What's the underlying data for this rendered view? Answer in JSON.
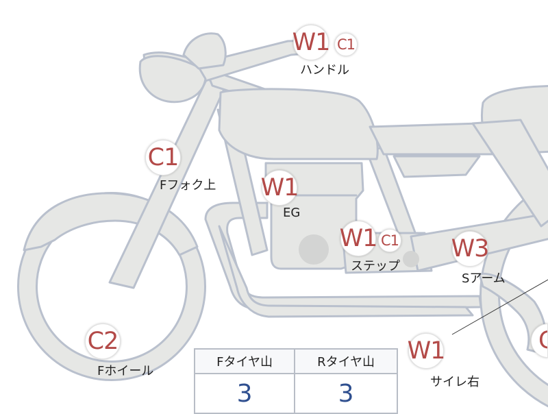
{
  "markers": [
    {
      "id": "handle",
      "code": "W1",
      "sub": "C1",
      "label": "ハンドル"
    },
    {
      "id": "ffork",
      "code": "C1",
      "sub": "",
      "label": "Fフォク上"
    },
    {
      "id": "eg",
      "code": "W1",
      "sub": "",
      "label": "EG"
    },
    {
      "id": "step",
      "code": "W1",
      "sub": "C1",
      "label": "ステップ"
    },
    {
      "id": "sarm",
      "code": "W3",
      "sub": "",
      "label": "Sアーム"
    },
    {
      "id": "fwheel",
      "code": "C2",
      "sub": "",
      "label": "Fホイール"
    },
    {
      "id": "sirei",
      "code": "W1",
      "sub": "",
      "label": "サイレ右"
    },
    {
      "id": "rwheel",
      "code": "C",
      "sub": "",
      "label": ""
    }
  ],
  "tire_table": {
    "headers": [
      "Fタイヤ山",
      "Rタイヤ山"
    ],
    "values": [
      "3",
      "3"
    ]
  },
  "colors": {
    "body_fill": "#e6e7e5",
    "outline": "#b9c0cd",
    "engine_dot": "#d3d4d3",
    "badge_text": "#b34a48",
    "table_value": "#2f4f8f"
  }
}
